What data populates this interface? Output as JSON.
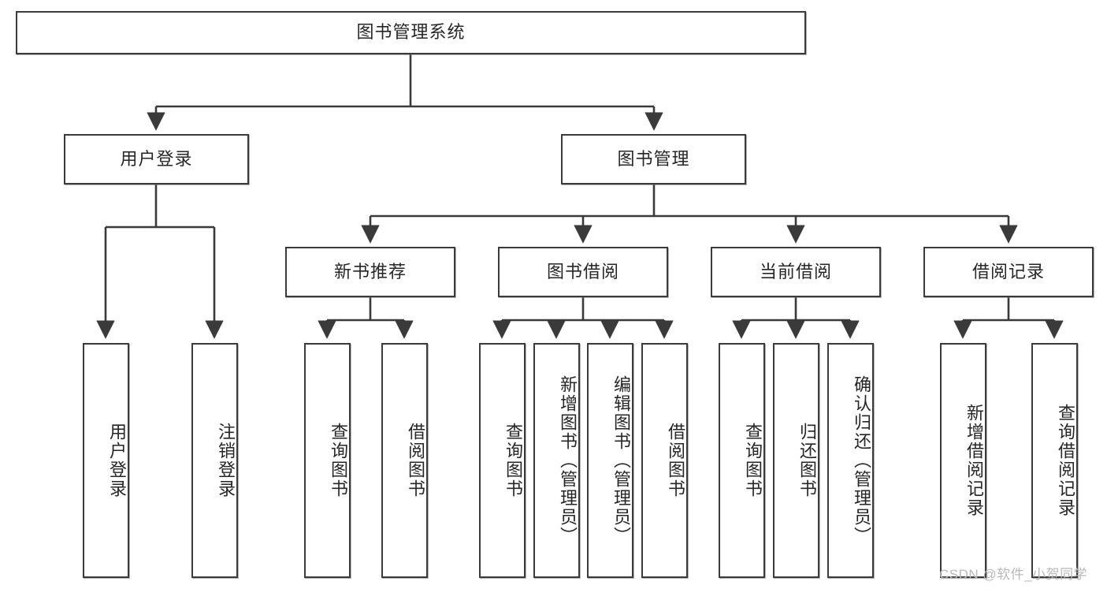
{
  "diagram": {
    "title_node": {
      "label": "图书管理系统"
    },
    "level2": [
      {
        "id": "user-login",
        "label": "用户登录"
      },
      {
        "id": "book-management",
        "label": "图书管理"
      }
    ],
    "level3": [
      {
        "id": "new-book-recommend",
        "label": "新书推荐"
      },
      {
        "id": "book-borrow",
        "label": "图书借阅"
      },
      {
        "id": "current-borrow",
        "label": "当前借阅"
      },
      {
        "id": "borrow-record",
        "label": "借阅记录"
      }
    ],
    "leaves": {
      "user_login": [
        {
          "id": "leaf-user-login",
          "label": "用户登录"
        },
        {
          "id": "leaf-logout-login",
          "label": "注销登录"
        }
      ],
      "new_book_recommend": [
        {
          "id": "leaf-query-book-1",
          "label": "查询图书"
        },
        {
          "id": "leaf-borrow-book-1",
          "label": "借阅图书"
        }
      ],
      "book_borrow": [
        {
          "id": "leaf-query-book-2",
          "label": "查询图书"
        },
        {
          "id": "leaf-add-book",
          "label": "新增图书（管理员）"
        },
        {
          "id": "leaf-edit-book",
          "label": "编辑图书（管理员）"
        },
        {
          "id": "leaf-borrow-book-2",
          "label": "借阅图书"
        }
      ],
      "current_borrow": [
        {
          "id": "leaf-query-book-3",
          "label": "查询图书"
        },
        {
          "id": "leaf-return-book",
          "label": "归还图书"
        },
        {
          "id": "leaf-confirm-return",
          "label": "确认归还（管理员）"
        }
      ],
      "borrow_record": [
        {
          "id": "leaf-add-record",
          "label": "新增借阅记录"
        },
        {
          "id": "leaf-query-record",
          "label": "查询借阅记录"
        }
      ]
    }
  },
  "watermark": {
    "text": "CSDN @软件_小贺同学"
  },
  "colors": {
    "box_border": "#3a3a3a",
    "box_fill": "#ffffff",
    "edge": "#3a3a3a",
    "text": "#262626",
    "watermark": "#b9b9b9"
  }
}
